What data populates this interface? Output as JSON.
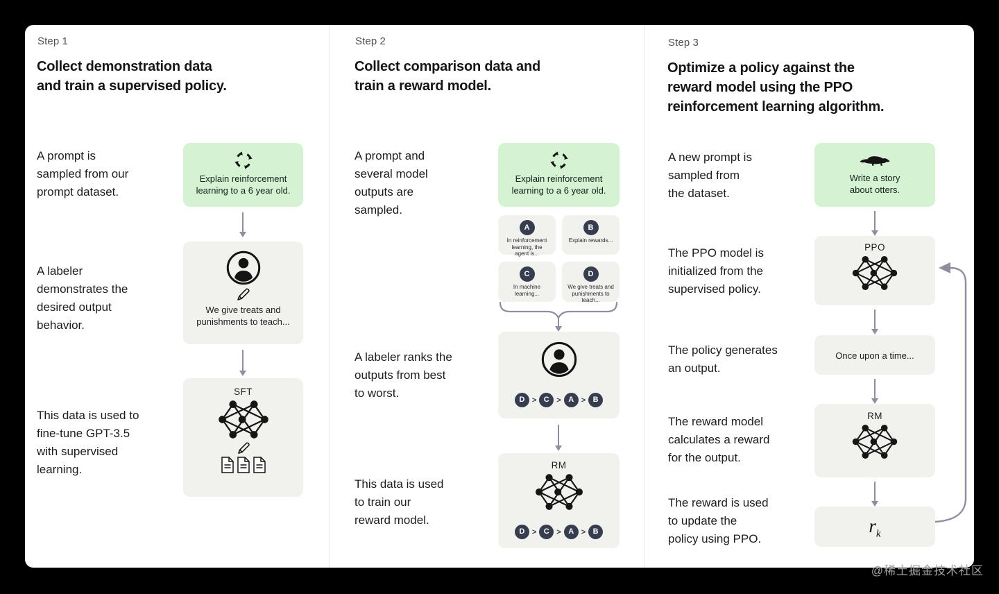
{
  "watermark": "@稀土掘金技术社区",
  "colors": {
    "background": "#000000",
    "card": "#ffffff",
    "green_box": "#d5f2d3",
    "gray_box": "#f1f1ee",
    "arrow": "#8e8ea0",
    "badge": "#363d4e"
  },
  "steps": [
    {
      "label": "Step 1",
      "title": "Collect demonstration data\nand train a supervised policy.",
      "captions": {
        "prompt": "A prompt is\nsampled from our\nprompt dataset.",
        "labeler": "A labeler\ndemonstrates the\ndesired output\nbehavior.",
        "finetune": "This data is used to\nfine-tune GPT-3.5\nwith supervised\nlearning."
      },
      "prompt_box": {
        "icon": "cycle-icon",
        "text": "Explain reinforcement\nlearning to a 6 year old."
      },
      "demo_box": {
        "icon": "labeler-icon",
        "text": "We give treats and\npunishments to teach..."
      },
      "sft_box": {
        "label": "SFT",
        "icons": [
          "neural-network-icon",
          "pencil-icon",
          "documents-icon"
        ]
      }
    },
    {
      "label": "Step 2",
      "title": "Collect comparison data and\ntrain a reward model.",
      "captions": {
        "sampled": "A prompt and\nseveral model\noutputs are\nsampled.",
        "ranks": "A labeler ranks the\noutputs from best\nto worst.",
        "train": "This data is used\nto train our\nreward model."
      },
      "prompt_box": {
        "icon": "cycle-icon",
        "text": "Explain reinforcement\nlearning to a 6 year old."
      },
      "outputs": [
        {
          "key": "A",
          "text": "In reinforcement\nlearning, the\nagent is..."
        },
        {
          "key": "B",
          "text": "Explain rewards..."
        },
        {
          "key": "C",
          "text": "In machine\nlearning..."
        },
        {
          "key": "D",
          "text": "We give treats and\npunishments to\nteach..."
        }
      ],
      "ranking": {
        "order": [
          "D",
          "C",
          "A",
          "B"
        ],
        "separator": ">"
      },
      "rm_box": {
        "label": "RM"
      }
    },
    {
      "label": "Step 3",
      "title": "Optimize a policy against the\nreward model using the PPO\nreinforcement learning algorithm.",
      "captions": {
        "new_prompt": "A new prompt is\nsampled from\nthe dataset.",
        "ppo_init": "The PPO model is\ninitialized from the\nsupervised policy.",
        "generates": "The policy generates\nan output.",
        "reward_calc": "The reward model\ncalculates a reward\nfor the output.",
        "reward_update": "The reward is used\nto update the\npolicy using PPO."
      },
      "prompt_box": {
        "icon": "otter-icon",
        "text": "Write a story\nabout otters."
      },
      "ppo_box": {
        "label": "PPO"
      },
      "output_box": {
        "text": "Once upon a time..."
      },
      "rm_box": {
        "label": "RM"
      },
      "reward_box": {
        "label_base": "r",
        "label_sub": "k"
      }
    }
  ]
}
